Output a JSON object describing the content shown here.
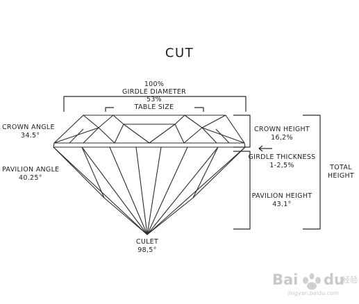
{
  "title": "CUT",
  "labels": {
    "girdle_pct": "100%",
    "girdle_diameter": "GIRDLE DIAMETER",
    "table_pct": "53%",
    "table_size": "TABLE SIZE",
    "crown_angle": "CROWN ANGLE",
    "crown_angle_value": "34.5°",
    "pavilion_angle": "PAVILION ANGLE",
    "pavilion_angle_value": "40.25°",
    "crown_height": "CROWN HEIGHT",
    "crown_height_value": "16,2%",
    "girdle_thickness": "GIRDLE THICKNESS",
    "girdle_thickness_value": "1-2,5%",
    "pavilion_height": "PAVILION HEIGHT",
    "pavilion_height_value": "43.1°",
    "total": "TOTAL",
    "height": "HEIGHT",
    "culet": "CULET",
    "culet_value": "98,5°"
  },
  "watermark": {
    "brand": "Bai",
    "paw": "du",
    "jingyan": "经验",
    "url": "jingyan.baidu.com"
  }
}
